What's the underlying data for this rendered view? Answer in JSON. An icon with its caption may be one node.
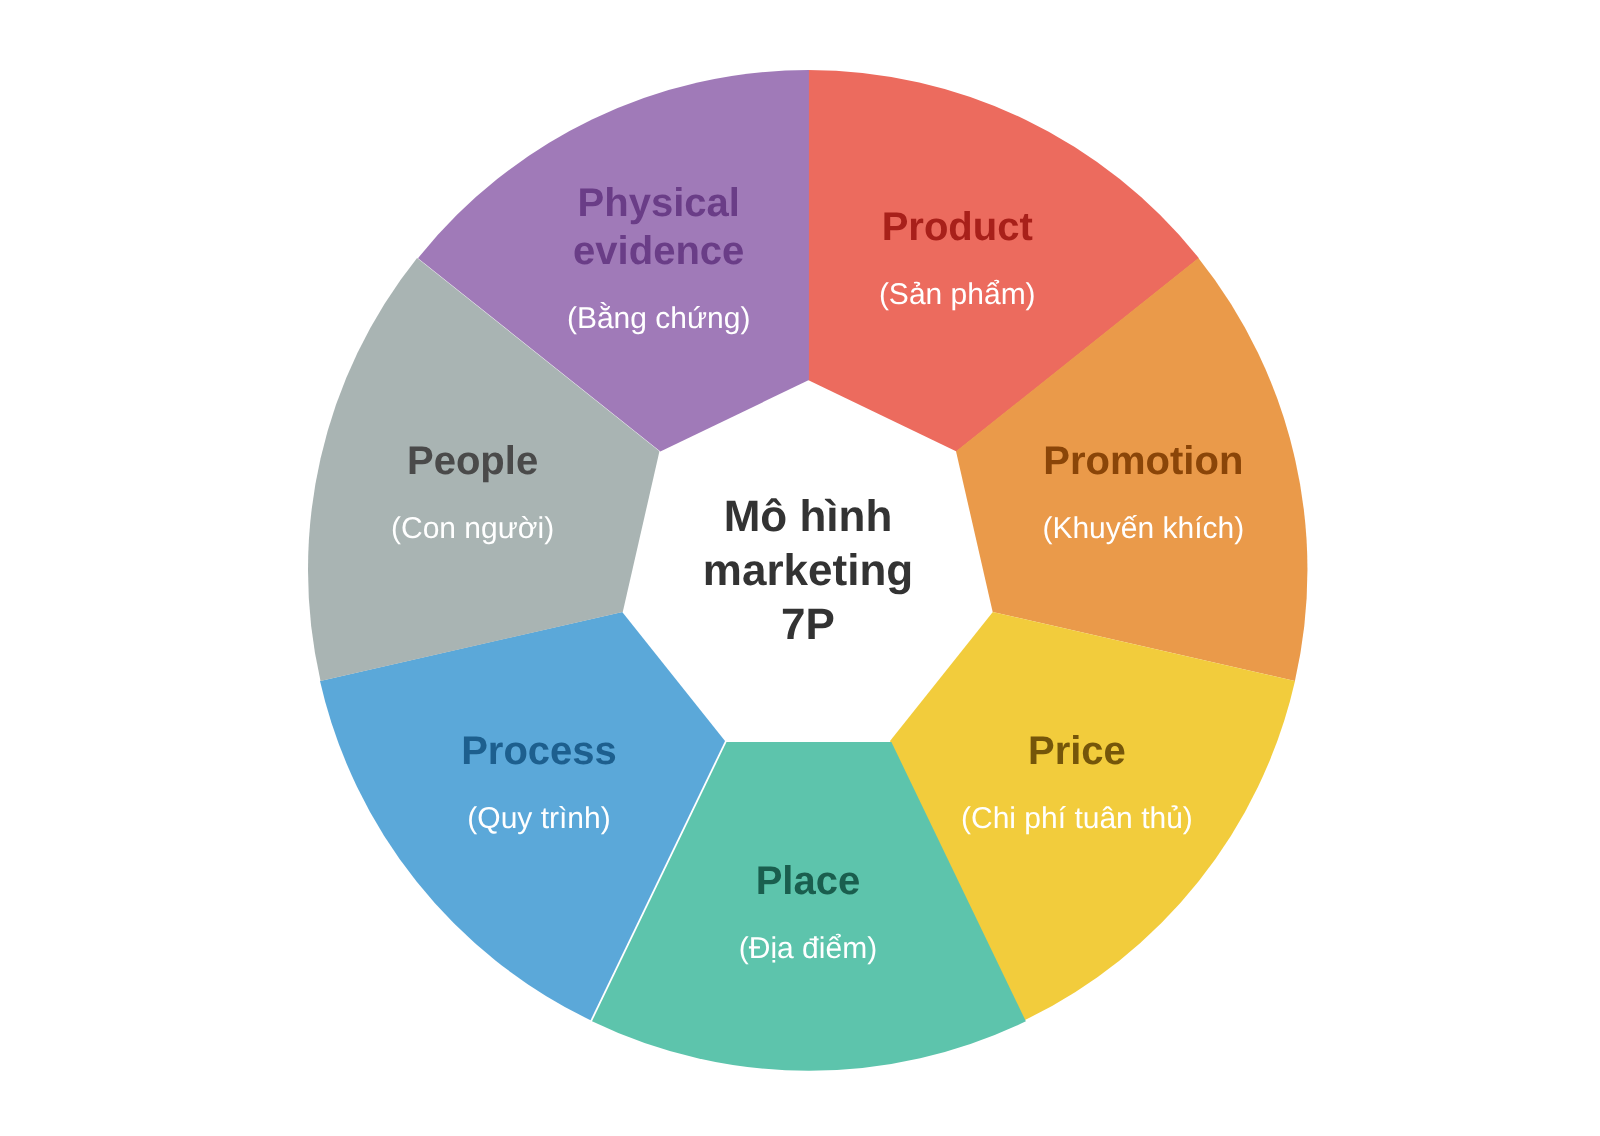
{
  "diagram": {
    "nodes": [
      {
        "text": [
          "Mô hình marketing 7P"
        ]
      },
      {
        "text": [
          "Product",
          "(Sản phẩm)"
        ]
      },
      {
        "text": [
          "Promotion",
          "(Khuyến khích)"
        ]
      },
      {
        "text": [
          "Price",
          "(Chi phí tuân thủ)"
        ]
      },
      {
        "text": [
          "Place",
          "(Địa điểm)"
        ]
      },
      {
        "text": [
          "Process",
          "(Quy trình)"
        ]
      },
      {
        "text": [
          "People",
          "(Con người)"
        ]
      },
      {
        "text": [
          "Physical evidence",
          "(Bằng chứng)"
        ]
      }
    ]
  }
}
